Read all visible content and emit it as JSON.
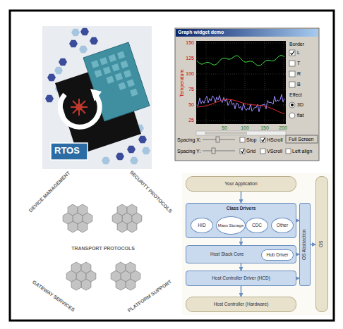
{
  "diagram": {
    "nodes": [
      {
        "text": [
          "Your Application"
        ]
      },
      {
        "text": [
          "Class Drivers"
        ]
      },
      {
        "text": [
          "HID"
        ],
        "in": 1
      },
      {
        "text": [
          "Mass Storage"
        ],
        "in": 1
      },
      {
        "text": [
          "CDC"
        ],
        "in": 1
      },
      {
        "text": [
          "Other"
        ],
        "in": 1
      },
      {
        "text": [
          "Host Stack Core"
        ]
      },
      {
        "text": [
          "Hub Driver"
        ],
        "in": 6
      },
      {
        "text": [
          "Host Controller Driver (HCD)"
        ]
      },
      {
        "text": [
          "Host Controller (Hardware)"
        ]
      },
      {
        "text": [
          "OS Abstraction"
        ]
      },
      {
        "text": [
          "OS"
        ]
      }
    ],
    "edges": [
      {
        "from": 0,
        "to": 1,
        "arrow": "to"
      },
      {
        "from": 1,
        "to": 6,
        "arrow": "to"
      },
      {
        "from": 6,
        "to": 8,
        "arrow": "to"
      },
      {
        "from": 8,
        "to": 9,
        "arrow": "to"
      },
      {
        "from": 1,
        "to": 10,
        "arrow": "to"
      },
      {
        "from": 6,
        "to": 10,
        "arrow": "to"
      },
      {
        "from": 8,
        "to": 10,
        "arrow": "to"
      },
      {
        "from": 10,
        "to": 11,
        "arrow": "to"
      }
    ],
    "labels": [
      "RTOS",
      "Graph widget demo",
      "150",
      "125",
      "100",
      "75",
      "50",
      "25",
      "Temperature",
      "50",
      "100",
      "150",
      "200",
      "Border",
      "L",
      "T",
      "R",
      "B",
      "Effect",
      "3D",
      "flat",
      "Spacing X:",
      "Stop",
      "HScroll",
      "Full Screen",
      "Spacing Y:",
      "Grid",
      "VScroll",
      "Left align",
      "DEVICE MANAGEMENT",
      "SECURITY PROTOCOLS",
      "TRANSPORT PROTOCOLS",
      "GATEWAY SERVICES",
      "PLATFORM SUPPORT"
    ]
  }
}
